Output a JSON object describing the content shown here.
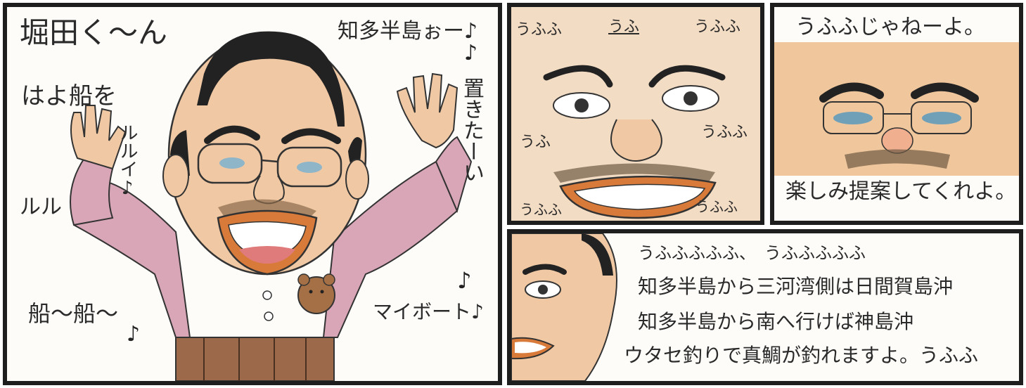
{
  "panel1": {
    "calling": "堀田く〜ん",
    "chiita": "知多半島ぉー♪",
    "hayo": "はよ船を",
    "ruruVert": "ルルイ♪",
    "ruru": "ルル",
    "okitai": "置きたーい",
    "fune": "船〜船〜",
    "myboat": "マイボート♪"
  },
  "panel2": {
    "ufu_a": "うふふ",
    "ufu_b": "うふ",
    "ufu_c": "うふふ",
    "ufu_d": "うふ",
    "ufu_e": "うふふ",
    "ufu_f": "うふふ",
    "ufu_g": "うふふ"
  },
  "panel3": {
    "top": "うふふじゃねーよ。",
    "bottom": "楽しみ提案してくれよ。"
  },
  "panel4": {
    "line1": "うふふふふふ、　うふふふふふ",
    "line2": "知多半島から三河湾側は日間賀島沖",
    "line3": "知多半島から南へ行けば神島沖",
    "line4": "ウタセ釣りで真鯛が釣れますよ。うふふ"
  },
  "colors": {
    "border": "#1e1e1e",
    "skin": "#f0c9a4",
    "sweater": "#d9a6b8",
    "lips": "#d77a3a",
    "hair": "#222222"
  }
}
